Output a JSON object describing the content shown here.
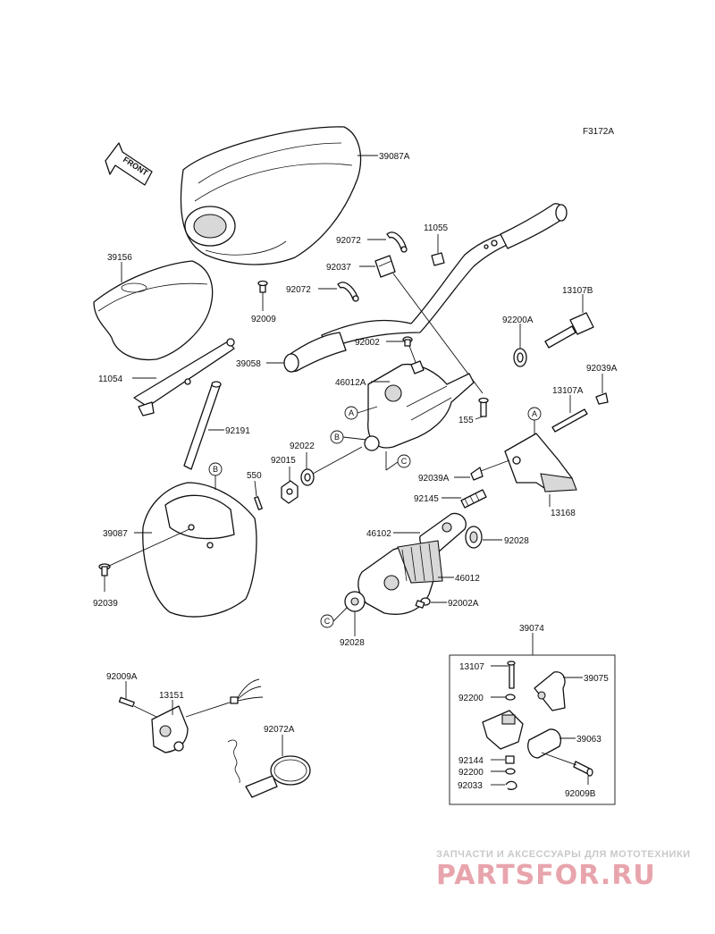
{
  "figure": {
    "code": "F3172A"
  },
  "front_arrow": {
    "text": "FRONT"
  },
  "labels": {
    "p39087A": "39087A",
    "p39156": "39156",
    "p92009": "92009",
    "p11055": "11055",
    "p92072_top": "92072",
    "p92037": "92037",
    "p92072_mid": "92072",
    "p13107B": "13107B",
    "p92200A": "92200A",
    "p92002": "92002",
    "p39058": "39058",
    "p11054": "11054",
    "p46012A": "46012A",
    "p155": "155",
    "p92039A_r": "92039A",
    "p13107A": "13107A",
    "p92191": "92191",
    "p92022": "92022",
    "p92015": "92015",
    "p550": "550",
    "p92039A_l": "92039A",
    "p92145": "92145",
    "p13168": "13168",
    "p39087": "39087",
    "p46102": "46102",
    "p92028_r": "92028",
    "p46012": "46012",
    "p92039": "92039",
    "p92002A": "92002A",
    "p92028_b": "92028",
    "p39074": "39074",
    "p92009A": "92009A",
    "p13151": "13151",
    "p92072A": "92072A",
    "p13107": "13107",
    "p39075": "39075",
    "p92200_a": "92200",
    "p39063": "39063",
    "p92144": "92144",
    "p92200_b": "92200",
    "p92033": "92033",
    "p92009B": "92009B"
  },
  "callouts": {
    "a": "A",
    "b": "B",
    "c": "C"
  },
  "watermark": {
    "tagline": "ЗАПЧАСТИ И АКСЕССУАРЫ ДЛЯ МОТОТЕХНИКИ",
    "brand": "PARTSFOR.RU",
    "color": "#e8a4ac"
  }
}
